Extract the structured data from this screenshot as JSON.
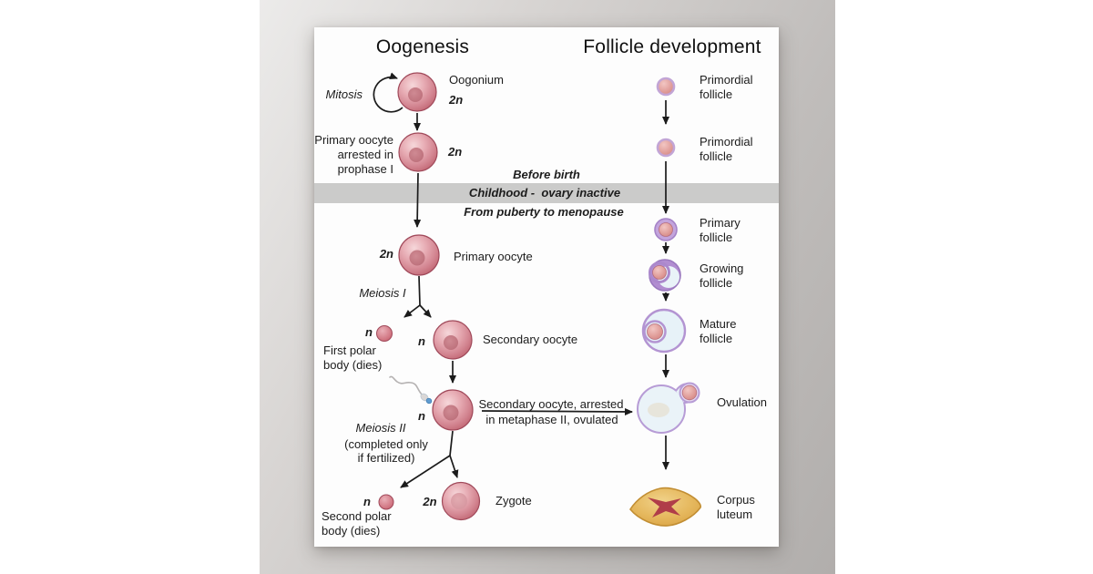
{
  "poster": {
    "left_title": "Oogenesis",
    "right_title": "Follicle development",
    "timeline": {
      "before_birth": "Before birth",
      "childhood": "Childhood -  ovary inactive",
      "puberty": "From puberty to menopause"
    },
    "oogenesis": {
      "mitosis_label": "Mitosis",
      "oogonium": {
        "label": "Oogonium",
        "ploidy": "2n"
      },
      "primary_oocyte_arrested": {
        "line1": "Primary oocyte",
        "line2": "arrested in",
        "line3": "prophase I",
        "ploidy": "2n"
      },
      "primary_oocyte": {
        "label": "Primary oocyte",
        "ploidy": "2n"
      },
      "meiosis1_label": "Meiosis I",
      "first_polar_body": {
        "ploidy": "n",
        "line1": "First polar",
        "line2": "body (dies)"
      },
      "secondary_oocyte": {
        "label": "Secondary oocyte",
        "ploidy": "n"
      },
      "fertilized_oocyte": {
        "ploidy": "n"
      },
      "meiosis2": {
        "label": "Meiosis II",
        "note1": "(completed only",
        "note2": "if fertilized)"
      },
      "ovulated_note": {
        "line1": "Secondary oocyte, arrested",
        "line2": "in metaphase II, ovulated"
      },
      "second_polar_body": {
        "ploidy": "n",
        "line1": "Second polar",
        "line2": "body (dies)"
      },
      "zygote": {
        "label": "Zygote",
        "ploidy": "2n"
      }
    },
    "follicle_development": {
      "primordial1": {
        "line1": "Primordial",
        "line2": "follicle"
      },
      "primordial2": {
        "line1": "Primordial",
        "line2": "follicle"
      },
      "primary": {
        "line1": "Primary",
        "line2": "follicle"
      },
      "growing": {
        "line1": "Growing",
        "line2": "follicle"
      },
      "mature": {
        "line1": "Mature",
        "line2": "follicle"
      },
      "ovulation_label": "Ovulation",
      "corpus_luteum": {
        "line1": "Corpus",
        "line2": "luteum"
      }
    },
    "colors": {
      "cell_pink": "#d28490",
      "cell_rim": "#a0495a",
      "nucleus": "#c0707c",
      "follicle_purple": "#b18dd1",
      "antrum_blue": "#e9f3f8",
      "sperm_blue": "#5f9cd0",
      "corpus_tan": "#e6b95f",
      "corpus_star_red": "#b03d49",
      "band_gray": "#cbcbca",
      "backdrop_gray": "#c0bdbb",
      "poster_white": "#fdfdfd"
    }
  }
}
